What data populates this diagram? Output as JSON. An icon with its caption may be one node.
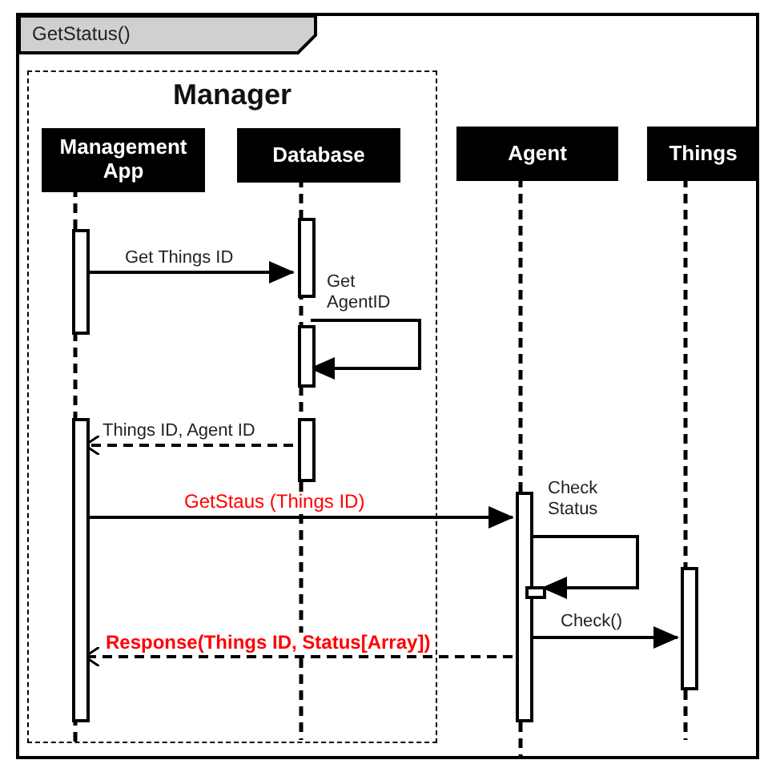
{
  "diagram": {
    "nodes": [
      {
        "text": [
          "GetStatus()"
        ]
      },
      {
        "text": [
          "Manager"
        ],
        "in": 0
      },
      {
        "text": [
          "Management App"
        ],
        "in": 1
      },
      {
        "text": [
          "Database"
        ],
        "in": 1
      },
      {
        "text": [
          "Agent"
        ],
        "in": 0
      },
      {
        "text": [
          "Things"
        ],
        "in": 0
      },
      {
        "text": [],
        "shape": "bar",
        "in": 1
      },
      {
        "text": [],
        "shape": "bar",
        "in": 1
      },
      {
        "text": [],
        "shape": "bar",
        "in": 1
      },
      {
        "text": [],
        "shape": "bar",
        "in": 1
      },
      {
        "text": [],
        "shape": "bar",
        "in": 1
      },
      {
        "text": [],
        "shape": "bar",
        "in": 0
      },
      {
        "text": [],
        "shape": "bar",
        "in": 0
      },
      {
        "text": [],
        "shape": "bar",
        "in": 0
      }
    ],
    "edges": [
      {
        "from": 6,
        "to": 8,
        "arrow": "to",
        "label": "Get Things ID"
      },
      {
        "from": 9,
        "to": 9,
        "arrow": "to",
        "label": "Get AgentID"
      },
      {
        "from": 10,
        "to": 7,
        "arrow": "to",
        "label": "Things ID, Agent ID",
        "style": "dashed"
      },
      {
        "from": 7,
        "to": 11,
        "arrow": "to",
        "label": "GetStaus (Things ID)"
      },
      {
        "from": 11,
        "to": 12,
        "arrow": "to",
        "label": "Check Status"
      },
      {
        "from": 11,
        "to": 13,
        "arrow": "to",
        "label": "Check()"
      },
      {
        "from": 11,
        "to": 7,
        "arrow": "to",
        "label": "Response(Things ID, Status[Array])",
        "style": "dashed"
      }
    ]
  }
}
